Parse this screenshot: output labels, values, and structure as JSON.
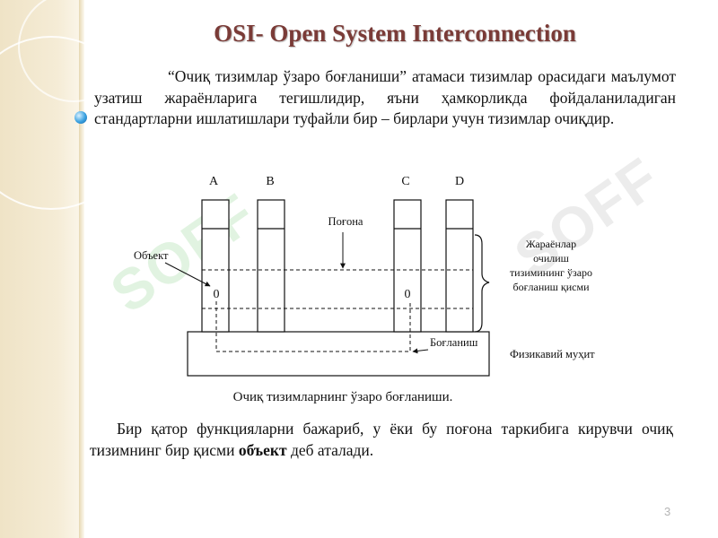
{
  "slide": {
    "title": "OSI- Open System Interconnection",
    "intro": "“Очиқ тизимлар ўзаро боғланиши” атамаси тизимлар орасидаги маълумот узатиш жараёнларига тегишлидир, яъни ҳамкорликда фойдаланиладиган стандартларни ишлатишлари туфайли бир – бирлари учун тизимлар очиқдир.",
    "outro_before": "Бир қатор функцияларни бажариб, у ёки бу поғона таркибига кирувчи очиқ тизимнинг бир қисми ",
    "outro_bold": "объект",
    "outro_after": " деб аталади.",
    "page_number": "3",
    "watermark": "SOFF"
  },
  "diagram": {
    "systems": [
      "A",
      "B",
      "C",
      "D"
    ],
    "layer_label": "Поғона",
    "object_label": "Объект",
    "connection_label": "Боғланиш",
    "physical_medium_label": "Физикавий муҳит",
    "object_symbol": "0",
    "brace_label_lines": [
      "Жараёнлар",
      "очилиш",
      "тизимининг ўзаро",
      "боғланиш қисми"
    ],
    "caption": "Очиқ тизимларнинг ўзаро боғланиши."
  }
}
